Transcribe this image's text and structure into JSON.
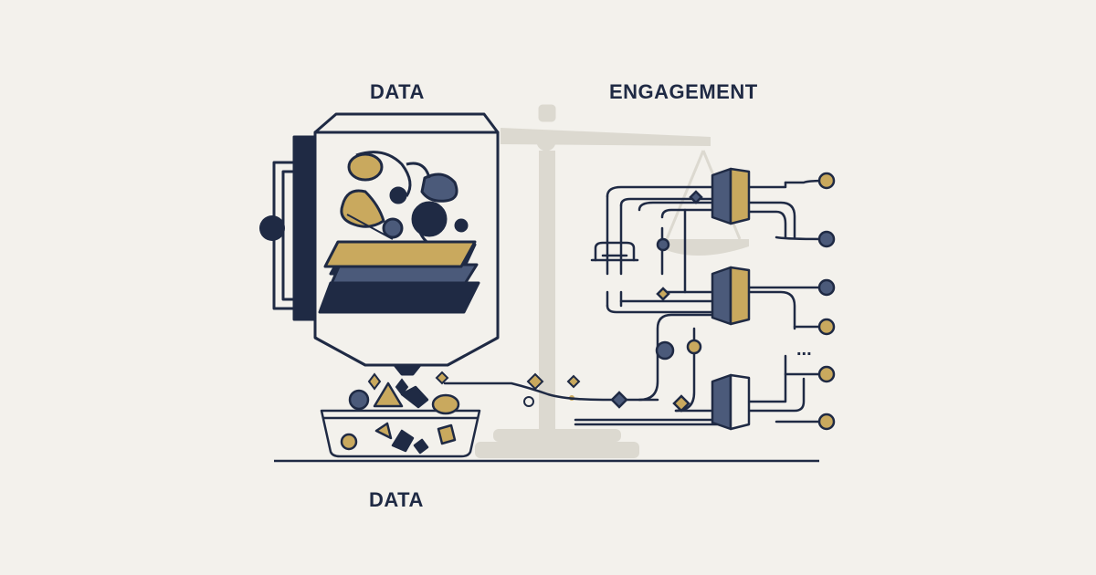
{
  "labels": {
    "data_top": "DATA",
    "engagement": "ENGAGEMENT",
    "data_bottom": "DATA",
    "ellipsis": "..."
  },
  "colors": {
    "background": "#f3f1ec",
    "ink": "#1f2a44",
    "gold": "#c9a95e",
    "slate": "#4b5a7a",
    "scale": "#d9d6cd"
  },
  "icons": [
    "data-hopper-icon",
    "data-basket-icon",
    "balance-scale-icon",
    "pipe-network-icon",
    "door-icon"
  ]
}
